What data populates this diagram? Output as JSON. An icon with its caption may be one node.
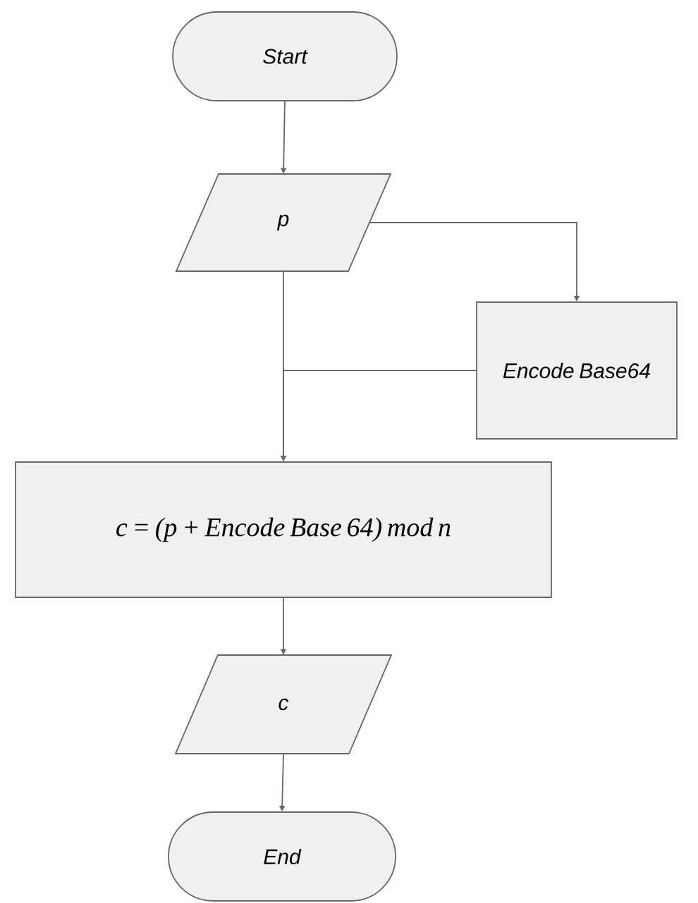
{
  "diagram": {
    "nodes": [
      {
        "text": [
          "Start"
        ]
      },
      {
        "text": [
          "p"
        ]
      },
      {
        "text": [
          "Encode Base64"
        ]
      },
      {
        "text": [
          "c = (p + Encode Base 64) mod n"
        ]
      },
      {
        "text": [
          "c"
        ]
      },
      {
        "text": [
          "End"
        ]
      }
    ],
    "edges": [
      {
        "from": 0,
        "to": 1,
        "arrow": "to"
      },
      {
        "from": 1,
        "to": 2,
        "arrow": "to"
      },
      {
        "from": 1,
        "to": 3,
        "arrow": "to"
      },
      {
        "from": 2,
        "to": 3,
        "arrow": "to"
      },
      {
        "from": 3,
        "to": 4,
        "arrow": "to"
      },
      {
        "from": 4,
        "to": 5,
        "arrow": "to"
      }
    ]
  }
}
